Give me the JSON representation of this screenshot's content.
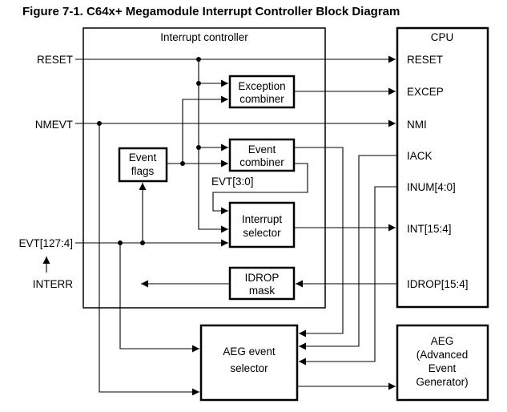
{
  "title": "Figure 7-1.  C64x+ Megamodule Interrupt Controller Block Diagram",
  "containers": {
    "interrupt_controller": "Interrupt controller",
    "cpu": "CPU"
  },
  "blocks": {
    "exception_combiner": [
      "Exception",
      "combiner"
    ],
    "event_combiner": [
      "Event",
      "combiner"
    ],
    "event_flags": [
      "Event",
      "flags"
    ],
    "interrupt_selector": [
      "Interrupt",
      "selector"
    ],
    "idrop_mask": [
      "IDROP",
      "mask"
    ],
    "aeg_event_selector": [
      "AEG event",
      "selector"
    ],
    "aeg": [
      "AEG",
      "(Advanced",
      "Event",
      "Generator)"
    ]
  },
  "inputs": {
    "reset": "RESET",
    "nmevt": "NMEVT",
    "evt": "EVT[127:4]",
    "interr": "INTERR"
  },
  "cpu_ports": {
    "reset": "RESET",
    "excep": "EXCEP",
    "nmi": "NMI",
    "iack": "IACK",
    "inum": "INUM[4:0]",
    "int": "INT[15:4]",
    "idrop": "IDROP[15:4]"
  },
  "signals": {
    "evt_3_0": "EVT[3:0]"
  }
}
